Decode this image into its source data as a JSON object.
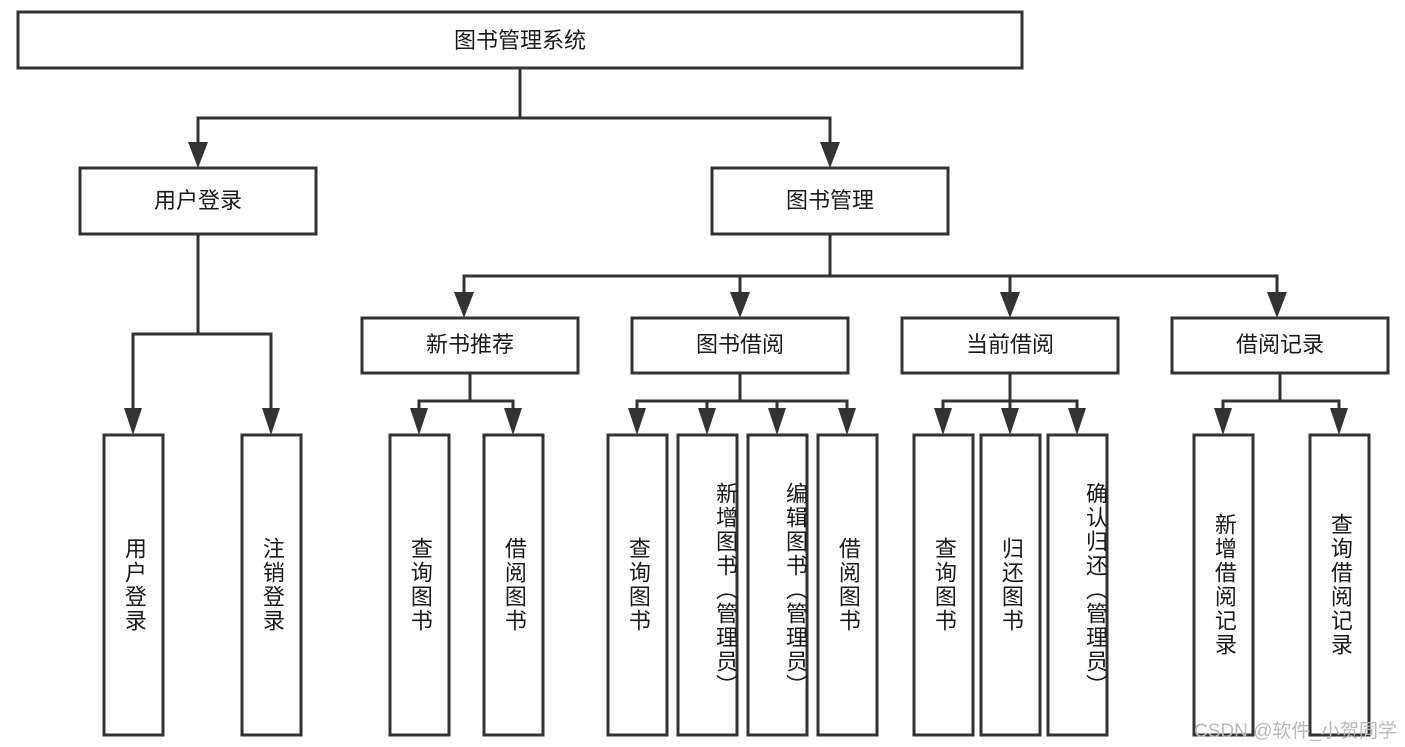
{
  "diagram": {
    "title": "图书管理系统",
    "type": "tree",
    "watermark": "CSDN @软件_小贺同学",
    "line_color": "#333333",
    "box_fill": "#ffffff",
    "text_color": "#1a1a1a",
    "watermark_color": "#b9b9b9"
  },
  "root": {
    "label": "图书管理系统"
  },
  "level2": [
    {
      "label": "用户登录"
    },
    {
      "label": "图书管理"
    }
  ],
  "level3": [
    {
      "label": "新书推荐"
    },
    {
      "label": "图书借阅"
    },
    {
      "label": "当前借阅"
    },
    {
      "label": "借阅记录"
    }
  ],
  "leaves": {
    "user_login": [
      {
        "label": "用户登录"
      },
      {
        "label": "注销登录"
      }
    ],
    "new_book_recommend": [
      {
        "label": "查询图书"
      },
      {
        "label": "借阅图书"
      }
    ],
    "book_borrow": [
      {
        "label": "查询图书"
      },
      {
        "label": "新增图书（管理员）"
      },
      {
        "label": "编辑图书（管理员）"
      },
      {
        "label": "借阅图书"
      }
    ],
    "current_borrow": [
      {
        "label": "查询图书"
      },
      {
        "label": "归还图书"
      },
      {
        "label": "确认归还（管理员）"
      }
    ],
    "borrow_record": [
      {
        "label": "新增借阅记录"
      },
      {
        "label": "查询借阅记录"
      }
    ]
  },
  "chart_data": {
    "type": "table",
    "title": "图书管理系统 功能结构树",
    "hierarchy": [
      {
        "level": 1,
        "label": "图书管理系统",
        "children": [
          {
            "level": 2,
            "label": "用户登录",
            "children": [
              {
                "level": 3,
                "label": "用户登录",
                "children": []
              },
              {
                "level": 3,
                "label": "注销登录",
                "children": []
              }
            ]
          },
          {
            "level": 2,
            "label": "图书管理",
            "children": [
              {
                "level": 3,
                "label": "新书推荐",
                "children": [
                  {
                    "level": 4,
                    "label": "查询图书",
                    "children": []
                  },
                  {
                    "level": 4,
                    "label": "借阅图书",
                    "children": []
                  }
                ]
              },
              {
                "level": 3,
                "label": "图书借阅",
                "children": [
                  {
                    "level": 4,
                    "label": "查询图书",
                    "children": []
                  },
                  {
                    "level": 4,
                    "label": "新增图书（管理员）",
                    "children": []
                  },
                  {
                    "level": 4,
                    "label": "编辑图书（管理员）",
                    "children": []
                  },
                  {
                    "level": 4,
                    "label": "借阅图书",
                    "children": []
                  }
                ]
              },
              {
                "level": 3,
                "label": "当前借阅",
                "children": [
                  {
                    "level": 4,
                    "label": "查询图书",
                    "children": []
                  },
                  {
                    "level": 4,
                    "label": "归还图书",
                    "children": []
                  },
                  {
                    "level": 4,
                    "label": "确认归还（管理员）",
                    "children": []
                  }
                ]
              },
              {
                "level": 3,
                "label": "借阅记录",
                "children": [
                  {
                    "level": 4,
                    "label": "新增借阅记录",
                    "children": []
                  },
                  {
                    "level": 4,
                    "label": "查询借阅记录",
                    "children": []
                  }
                ]
              }
            ]
          }
        ]
      }
    ]
  }
}
